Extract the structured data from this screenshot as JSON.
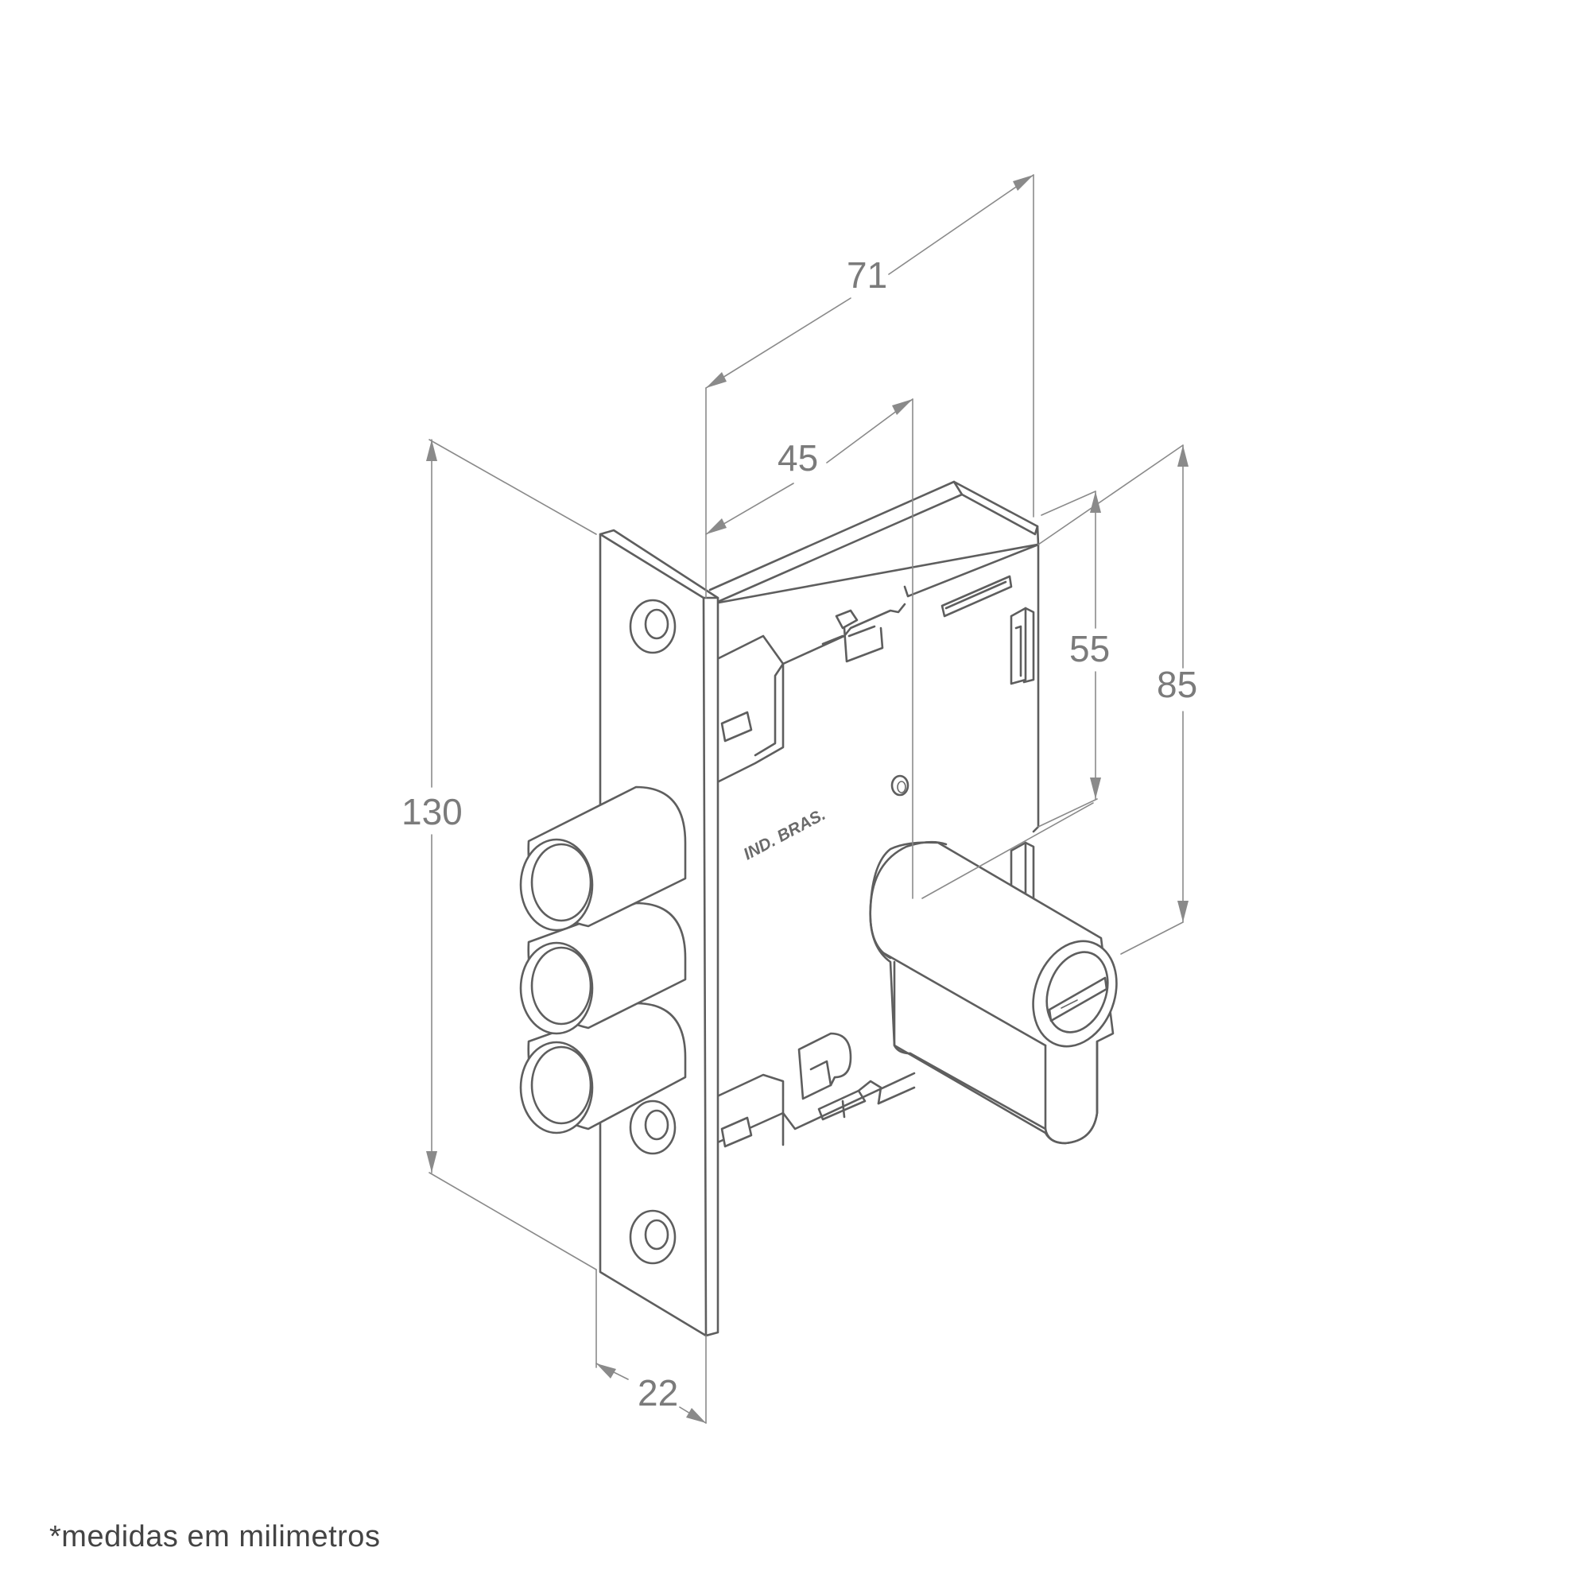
{
  "dimensions": {
    "overall_depth": "71",
    "backset": "45",
    "height_total": "130",
    "case_height": "85",
    "center_distance": "55",
    "front_width": "22"
  },
  "stamp_text": "IND. BRAS.",
  "footnote": "*medidas em milimetros",
  "colors": {
    "line": "#5e5e5e",
    "dimension": "#8a8a8a",
    "background": "#ffffff"
  }
}
